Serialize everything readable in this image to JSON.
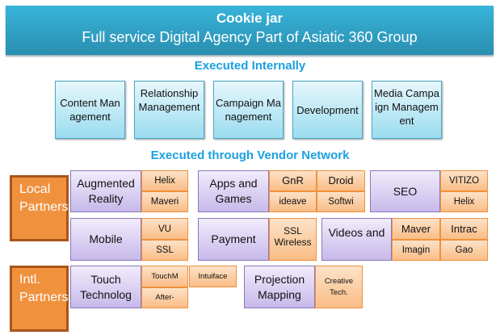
{
  "header": {
    "title": "Cookie jar",
    "subtitle": "Full service Digital Agency Part of Asiatic 360 Group"
  },
  "internal": {
    "heading": "Executed Internally",
    "items": [
      "Content Management",
      "Relationship Management",
      "Campaign Management",
      "Development",
      "Media Campaign Management"
    ]
  },
  "vendor": {
    "heading": "Executed through Vendor Network"
  },
  "local_label": "Local Partners",
  "intl_label": "Intl. Partners",
  "services": {
    "ar": {
      "name": "Augmented Reality",
      "v1": "Helix",
      "v2": "Maveri"
    },
    "apps": {
      "name": "Apps and Games",
      "v1": "GnR",
      "v2": "ideave",
      "v3": "Droid",
      "v4": "Softwi"
    },
    "seo": {
      "name": "SEO",
      "v1": "VITIZO",
      "v2": "Helix"
    },
    "mobile": {
      "name": "Mobile",
      "v1": "VU",
      "v2": "SSL"
    },
    "payment": {
      "name": "Payment",
      "v1": "SSL Wireless"
    },
    "videos": {
      "name": "Videos and",
      "v1": "Maver",
      "v2": "Imagin",
      "v3": "Intrac",
      "v4": "Gao"
    },
    "touch": {
      "name": "Touch Technolog",
      "v1": "TouchM",
      "v2": "After-",
      "v3": "Intuiface"
    },
    "projection": {
      "name": "Projection Mapping",
      "v1": "Creative Tech."
    }
  }
}
